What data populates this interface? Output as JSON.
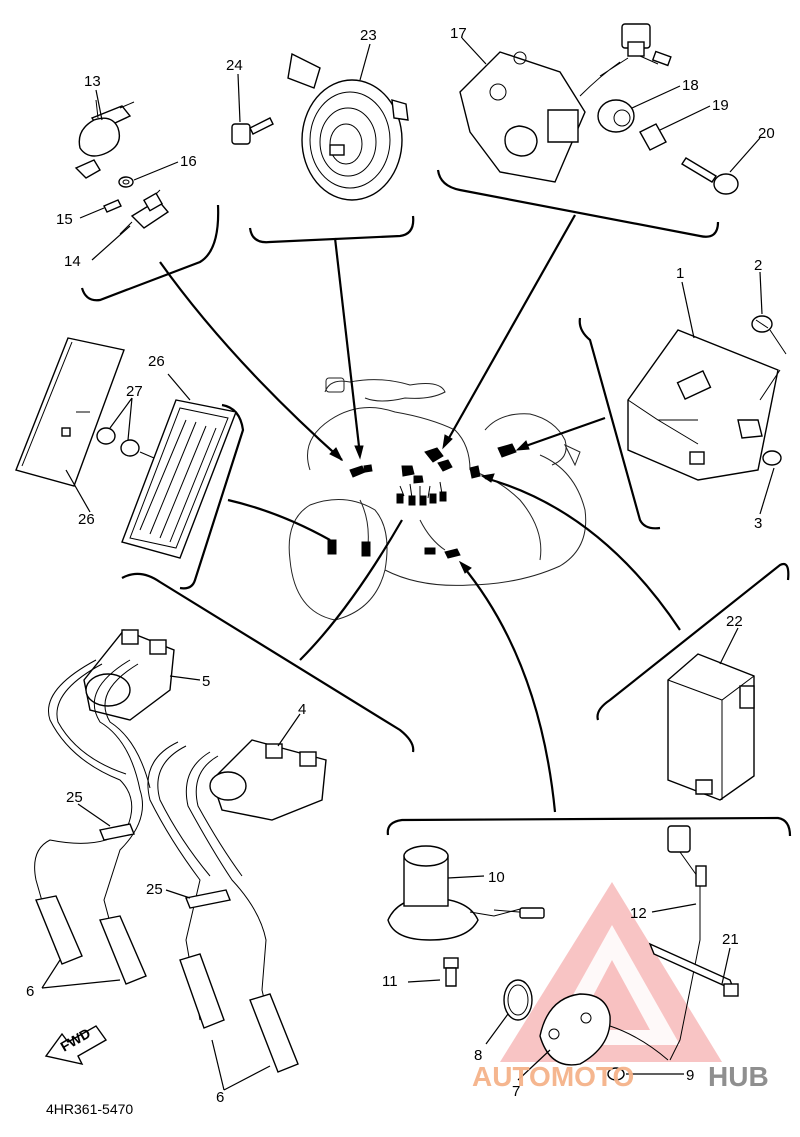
{
  "diagram": {
    "code": "4HR361-5470",
    "fwd_label": "FWD",
    "part_numbers": {
      "p1": "1",
      "p2": "2",
      "p3": "3",
      "p4": "4",
      "p5": "5",
      "p6a": "6",
      "p6b": "6",
      "p7": "7",
      "p8": "8",
      "p9": "9",
      "p10": "10",
      "p11": "11",
      "p12": "12",
      "p13": "13",
      "p14": "14",
      "p15": "15",
      "p16": "16",
      "p17": "17",
      "p18": "18",
      "p19": "19",
      "p20": "20",
      "p21": "21",
      "p22": "22",
      "p23": "23",
      "p24": "24",
      "p25a": "25",
      "p25b": "25",
      "p26a": "26",
      "p26b": "26",
      "p27": "27"
    }
  },
  "watermark": {
    "text_a": "AUTOMOTO",
    "text_b": "HUB",
    "color_a": "#f5b38a",
    "color_b": "#8a8a8a",
    "logo_color": "#f08080"
  }
}
